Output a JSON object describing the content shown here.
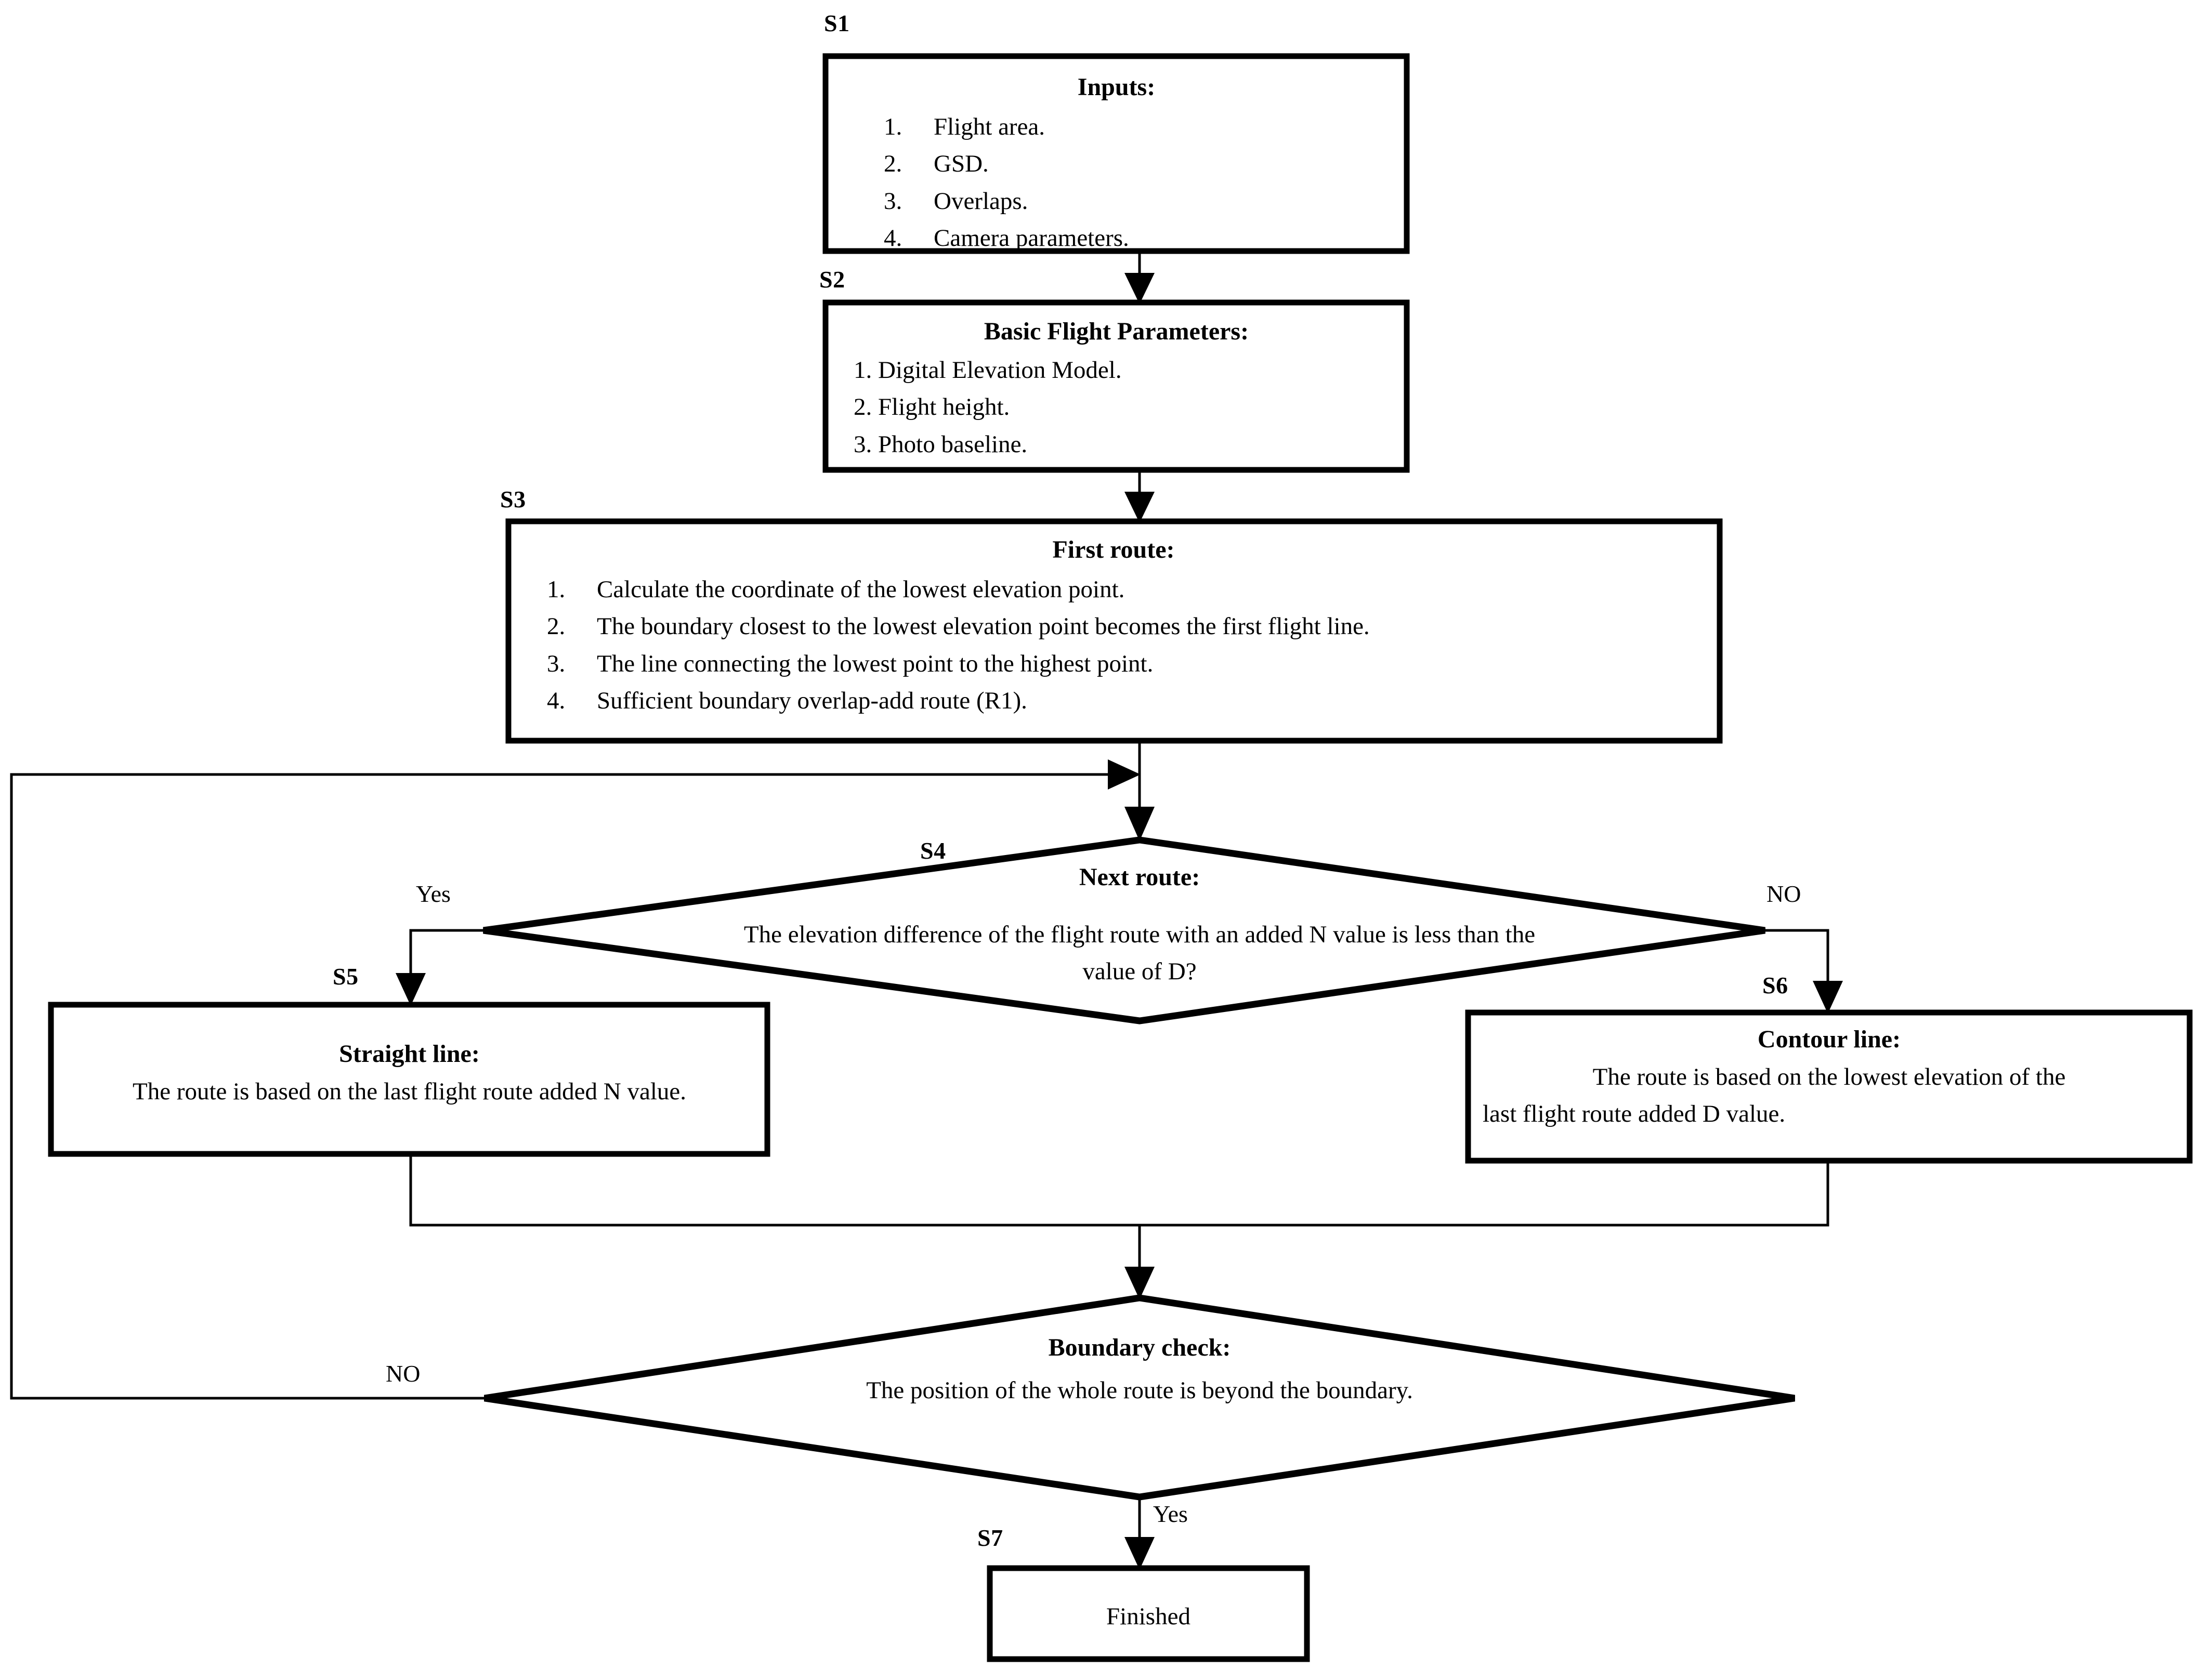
{
  "diagram": {
    "type": "flowchart",
    "background_color": "#ffffff",
    "line_color": "#000000",
    "nodes": [
      {
        "id": "S1",
        "tag": "S1",
        "shape": "process-box",
        "title": "Inputs:",
        "items": [
          {
            "num": "1.",
            "text": "Flight area."
          },
          {
            "num": "2.",
            "text": "GSD."
          },
          {
            "num": "3.",
            "text": "Overlaps."
          },
          {
            "num": "4.",
            "text": "Camera parameters."
          }
        ]
      },
      {
        "id": "S2",
        "tag": "S2",
        "shape": "process-box",
        "title": "Basic Flight Parameters:",
        "lines": [
          "1. Digital Elevation Model.",
          "2. Flight height.",
          "3. Photo baseline."
        ]
      },
      {
        "id": "S3",
        "tag": "S3",
        "shape": "process-box",
        "title": "First route:",
        "items": [
          {
            "num": "1.",
            "text": "Calculate the coordinate of the lowest elevation point."
          },
          {
            "num": "2.",
            "text": "The boundary closest to the lowest elevation point becomes the first flight line."
          },
          {
            "num": "3.",
            "text": "The line connecting the lowest point to the highest point."
          },
          {
            "num": "4.",
            "text": "Sufficient boundary overlap-add route (R1)."
          }
        ]
      },
      {
        "id": "S4",
        "tag": "S4",
        "shape": "decision-diamond",
        "title": "Next route:",
        "lines": [
          "The elevation difference of the flight route with an added N value is less than the",
          "value of D?"
        ]
      },
      {
        "id": "S5",
        "tag": "S5",
        "shape": "process-box",
        "title": "Straight line:",
        "lines": [
          "The route is based on the last flight route added N value."
        ]
      },
      {
        "id": "S6",
        "tag": "S6",
        "shape": "process-box",
        "title": "Contour line:",
        "lines": [
          "The route is based on the lowest elevation of the",
          "last flight route added D value."
        ]
      },
      {
        "id": "BOUNDARY",
        "tag": "",
        "shape": "decision-diamond",
        "title": "Boundary check:",
        "lines": [
          "The position of the whole route is beyond the boundary."
        ]
      },
      {
        "id": "S7",
        "tag": "S7",
        "shape": "process-box",
        "title": "",
        "lines": [
          "Finished"
        ]
      }
    ],
    "edge_labels": {
      "s4_yes": "Yes",
      "s4_no": "NO",
      "boundary_no": "NO",
      "boundary_yes": "Yes"
    }
  }
}
